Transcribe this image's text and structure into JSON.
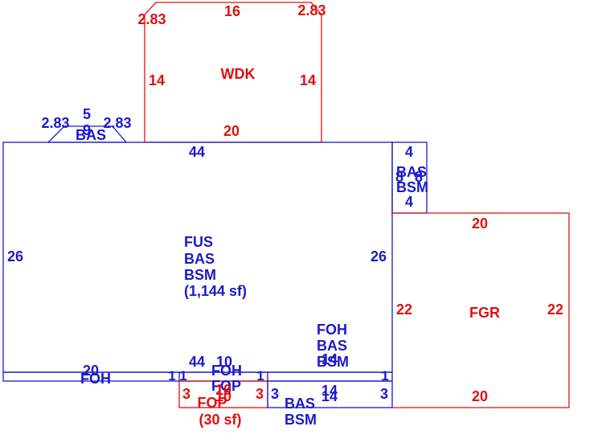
{
  "colors": {
    "blue": "#1a1acc",
    "red": "#e01010",
    "background": "#ffffff"
  },
  "wdk": {
    "name": "WDK",
    "top": "16",
    "left": "14",
    "right": "14",
    "bottom": "20",
    "corner_left": "2.83",
    "corner_right": "2.83"
  },
  "bay": {
    "name": "BAS",
    "top": "5",
    "bottom": "9",
    "left": "2.83",
    "right": "2.83"
  },
  "main": {
    "top": "44",
    "left": "26",
    "right": "26",
    "label_lines": [
      "FUS",
      "BAS",
      "BSM",
      "(1,144 sf)"
    ]
  },
  "side": {
    "top": "4",
    "bottom": "4",
    "left": "8",
    "right": "8",
    "label_lines": [
      "BAS",
      "BSM"
    ]
  },
  "fgr": {
    "name": "FGR",
    "top": "20",
    "bottom": "20",
    "left": "22",
    "right": "22"
  },
  "foh_left": {
    "name": "FOH",
    "top": "20",
    "end": "1"
  },
  "foh_mid": {
    "top": "44",
    "dim": "10",
    "left_end": "1",
    "right_end": "1",
    "label_lines": [
      "FOH",
      "FOP"
    ]
  },
  "foh_right": {
    "label_lines": [
      "FOH",
      "BAS",
      "BSM"
    ],
    "dim": "14",
    "end": "1"
  },
  "fop": {
    "name": "FOP",
    "area": "(30 sf)",
    "left": "3",
    "right": "3",
    "top": "10",
    "bottom": "10"
  },
  "bas_bsm_low": {
    "label_lines": [
      "BAS",
      "BSM"
    ],
    "left": "3",
    "right": "3",
    "top": "14",
    "bottom": "14"
  }
}
